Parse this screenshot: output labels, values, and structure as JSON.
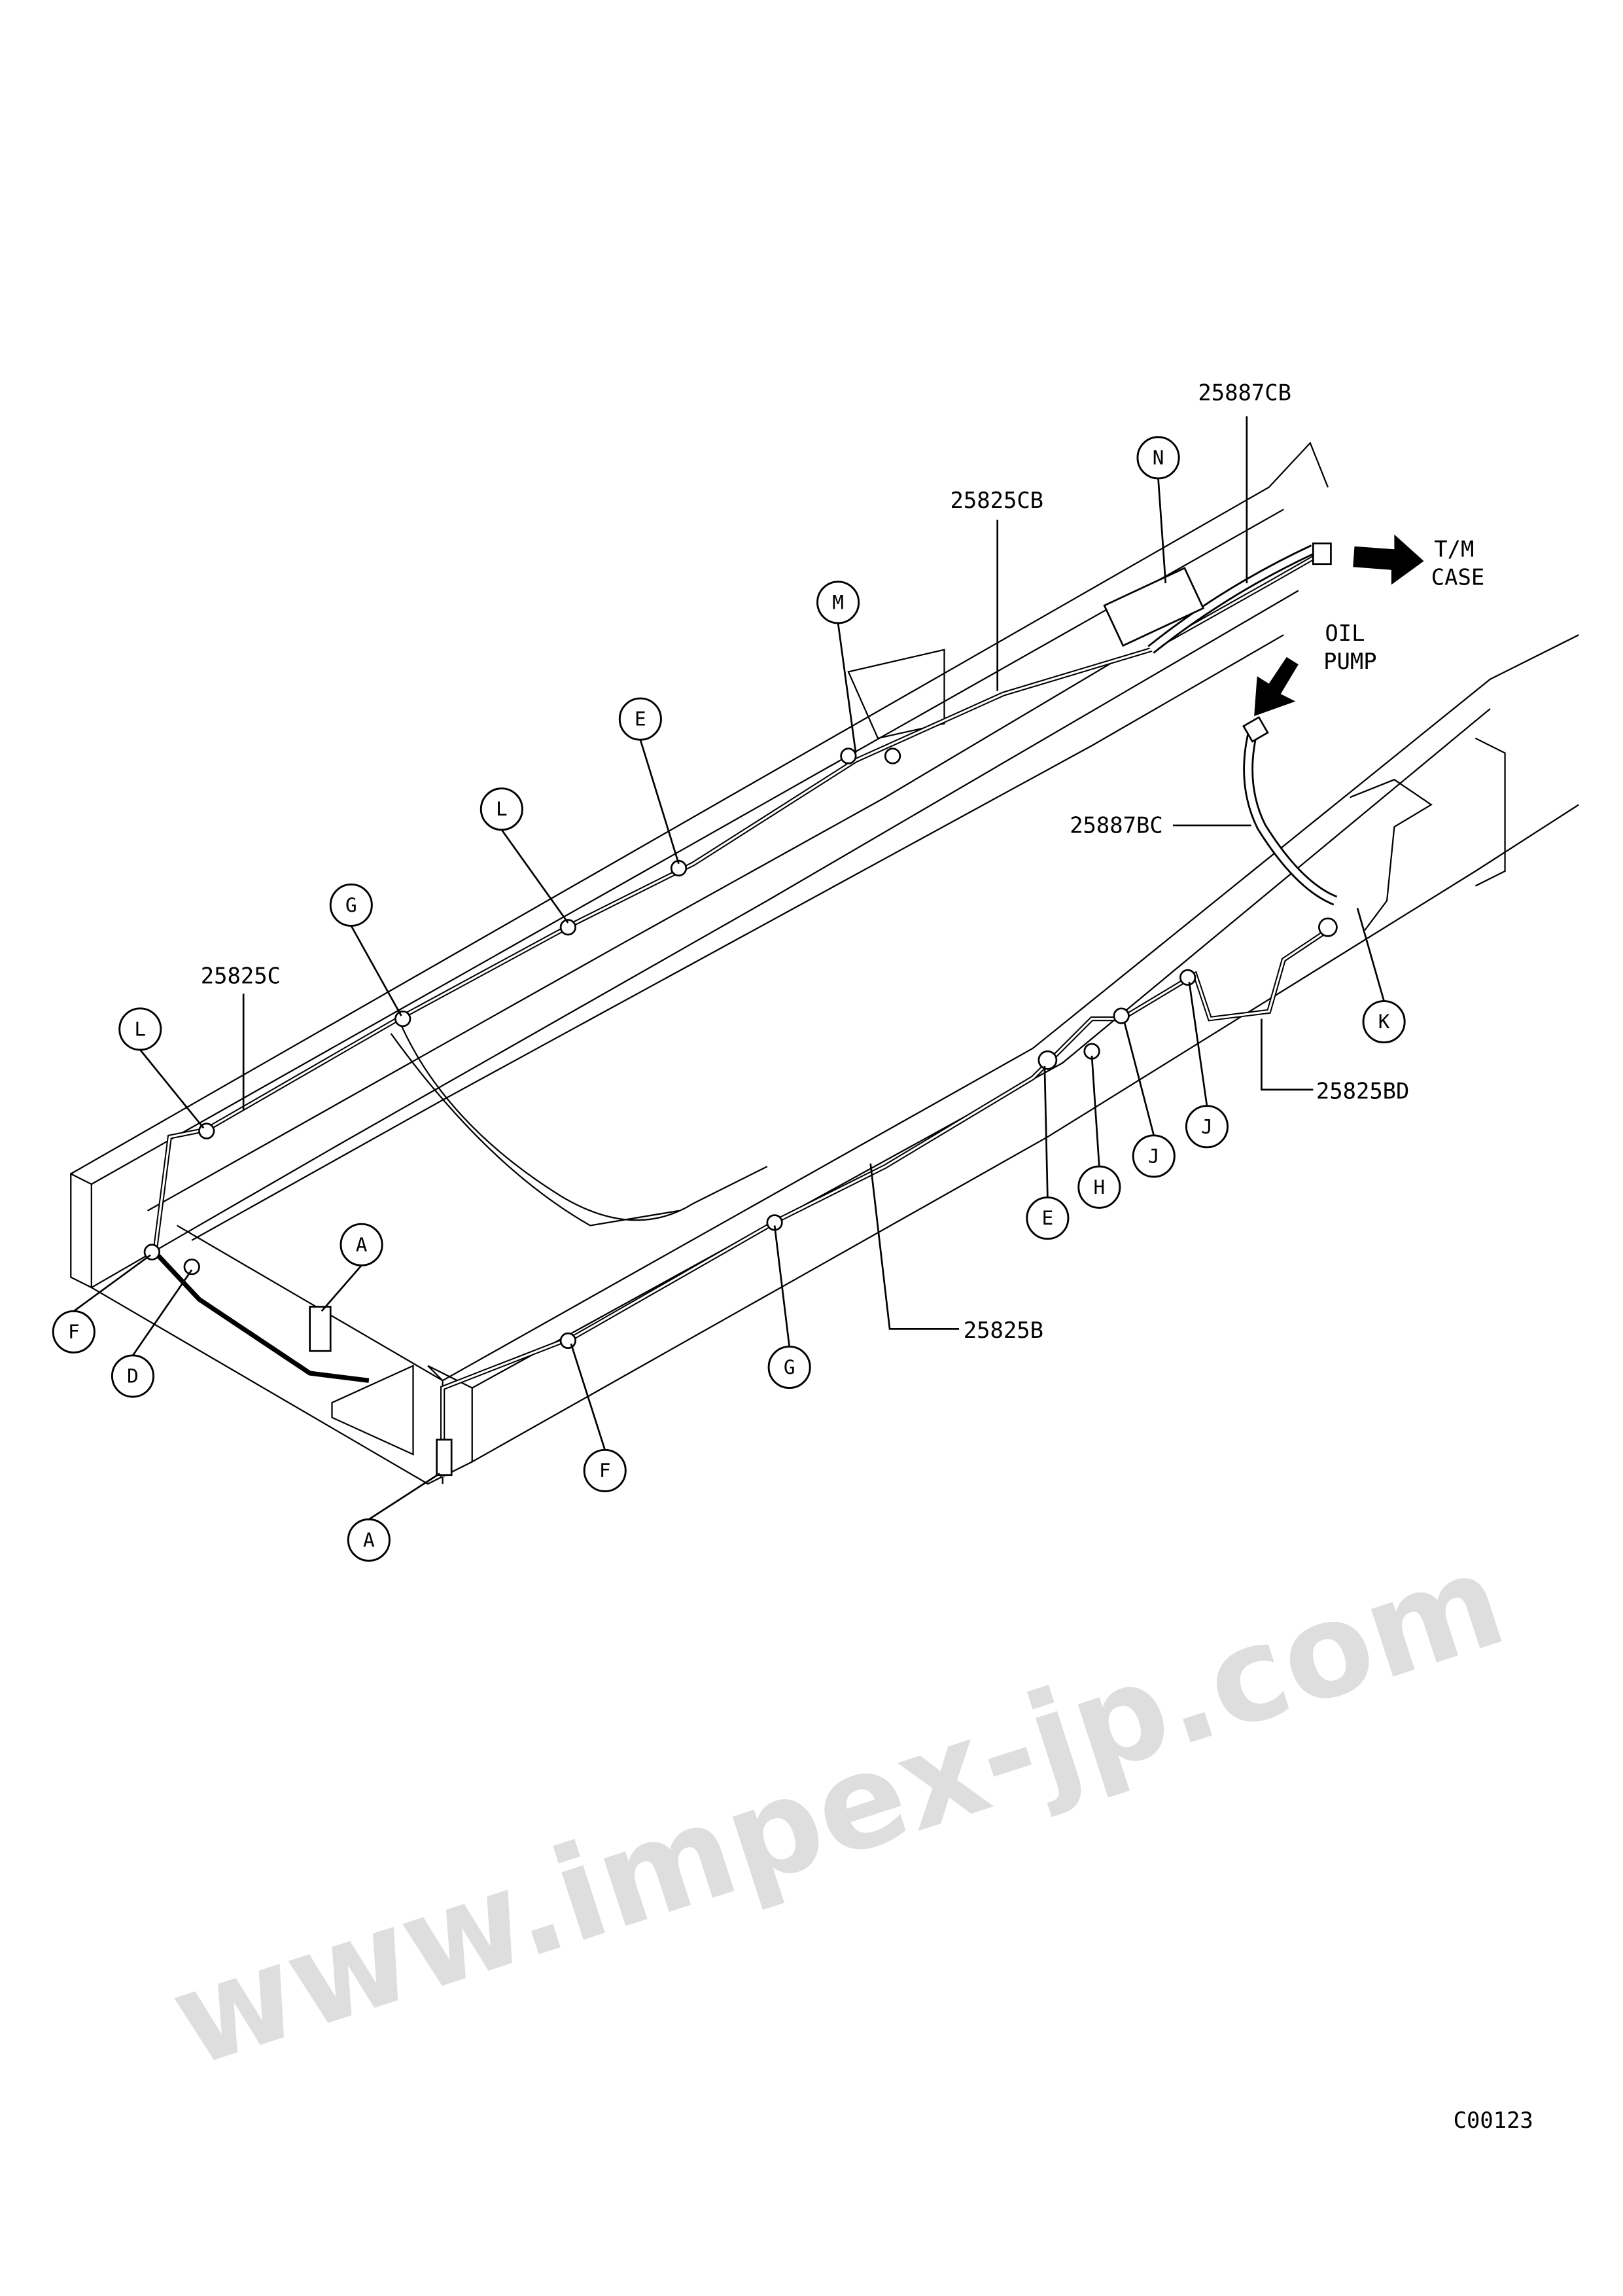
{
  "diagram": {
    "drawing_code": "C00123",
    "watermark": "www.impex-jp.com",
    "direction_labels": {
      "tm_case": [
        "T/M",
        "CASE"
      ],
      "oil_pump": [
        "OIL",
        "PUMP"
      ]
    },
    "part_numbers": {
      "p25887CB": "25887CB",
      "p25825CB": "25825CB",
      "p25887BC": "25887BC",
      "p25825C": "25825C",
      "p25825BD": "25825BD",
      "p25825B": "25825B"
    },
    "callouts": {
      "N": "N",
      "M": "M",
      "E1": "E",
      "L1": "L",
      "G1": "G",
      "L2": "L",
      "A1": "A",
      "F1": "F",
      "D": "D",
      "A2": "A",
      "F2": "F",
      "G2": "G",
      "E2": "E",
      "H": "H",
      "J1": "J",
      "J2": "J",
      "K": "K"
    }
  }
}
